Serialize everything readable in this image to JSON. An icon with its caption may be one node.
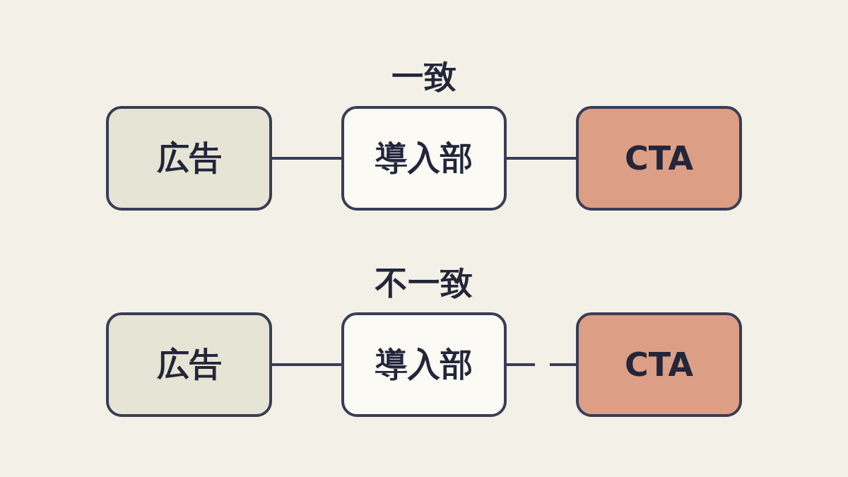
{
  "diagram": {
    "nodes": [
      {
        "text": [
          "広告"
        ]
      },
      {
        "text": [
          "導入部"
        ]
      },
      {
        "text": [
          "CTA"
        ]
      },
      {
        "text": [
          "広告"
        ]
      },
      {
        "text": [
          "導入部"
        ]
      },
      {
        "text": [
          "CTA"
        ]
      }
    ],
    "edges": [
      {
        "from": 0,
        "to": 1,
        "arrow": "none"
      },
      {
        "from": 1,
        "to": 2,
        "arrow": "none"
      },
      {
        "from": 3,
        "to": 4,
        "arrow": "none"
      },
      {
        "from": 4,
        "to": 5,
        "arrow": "none",
        "style": "dashed"
      }
    ],
    "labels": [
      "一致",
      "不一致"
    ]
  }
}
